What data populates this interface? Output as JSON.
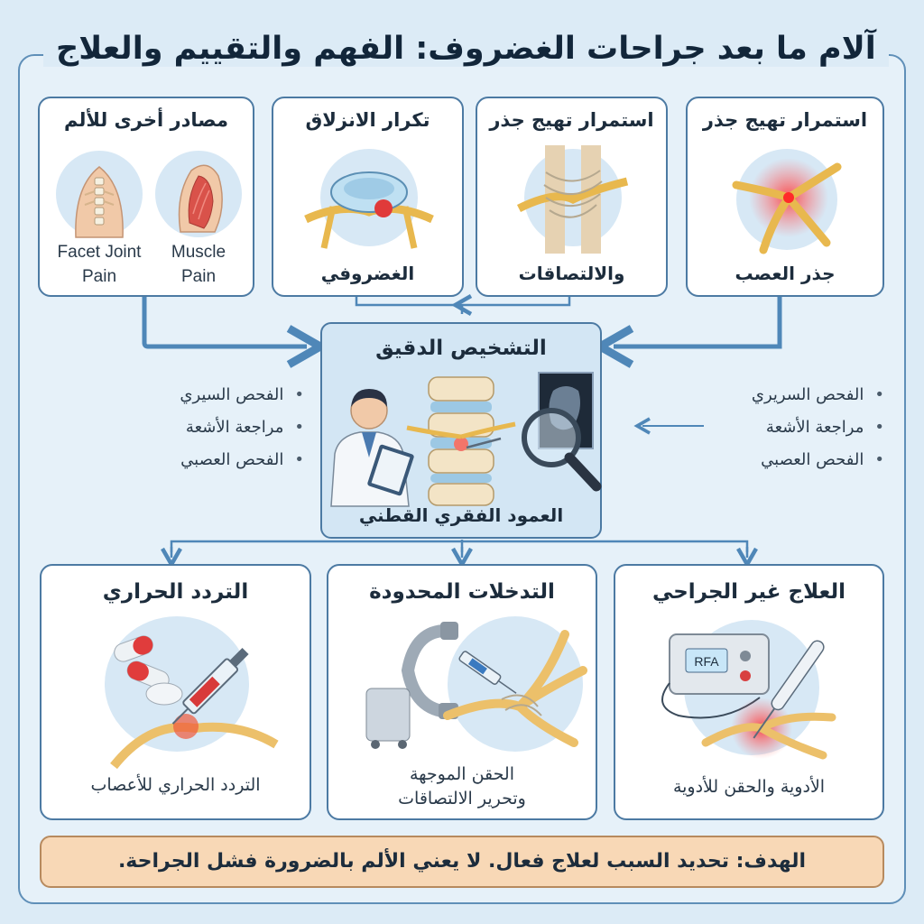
{
  "title": "آلام ما بعد جراحات الغضروف: الفهم والتقييم والعلاج",
  "top_cards": [
    {
      "title": "استمرار تهيج جذر",
      "caption": "جذر العصب"
    },
    {
      "title": "استمرار تهيج جذر",
      "caption": "والالتصاقات"
    },
    {
      "title": "تكرار الانزلاق",
      "caption": "الغضروفي"
    },
    {
      "title": "مصادر أخرى للألم",
      "sub_left": "Facet Joint\nPain",
      "sub_right": "Muscle\nPain"
    }
  ],
  "diagnosis": {
    "title": "التشخيص الدقيق",
    "caption": "العمود الفقري القطني",
    "left_bullets": [
      "الفحص السيري",
      "مراجعة الأشعة",
      "الفحص العصبي"
    ],
    "right_bullets": [
      "الفحص السريري",
      "مراجعة الأشعة",
      "الفحص العصبي"
    ]
  },
  "bottom_cards": [
    {
      "title": "العلاج غير الجراحي",
      "caption": "الأدوية والحقن للأدوية",
      "device_label": "RFA"
    },
    {
      "title": "التدخلات المحدودة",
      "caption": "الحقن الموجهة\nوتحرير الالتصاقات"
    },
    {
      "title": "التردد الحراري",
      "caption": "التردد الحراري للأعصاب"
    }
  ],
  "footer": "الهدف: تحديد السبب لعلاج فعال. لا يعني الألم بالضرورة فشل الجراحة.",
  "colors": {
    "border": "#4c7aa3",
    "arrow": "#4f87b8",
    "nerve": "#f0c56a",
    "inflammation": "#e84a4a",
    "footer_bg": "#f8d8b6"
  }
}
